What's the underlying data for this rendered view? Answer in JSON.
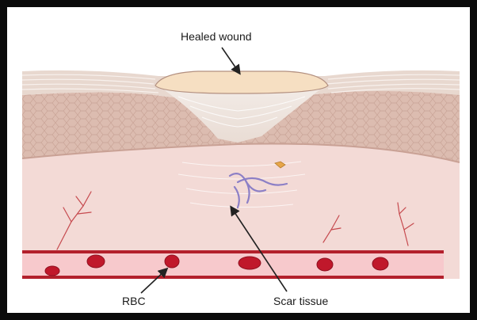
{
  "labels": {
    "healed_wound": "Healed wound",
    "rbc": "RBC",
    "scar_tissue": "Scar tissue"
  },
  "colors": {
    "epidermis": "#e8d8cf",
    "dermis_top": "#d8b7aa",
    "dermis_lower": "#f3dad6",
    "wound_cap": "#f6dfc2",
    "vessel_wall": "#b3202c",
    "vessel_lumen": "#f7c9cc",
    "rbc": "#c0182b",
    "capillary": "#c64a4f",
    "fiber": "#8c7fc6",
    "arrow": "#222222"
  },
  "icons": {
    "arrow": "arrow-icon",
    "rbc": "rbc-cell-icon"
  }
}
